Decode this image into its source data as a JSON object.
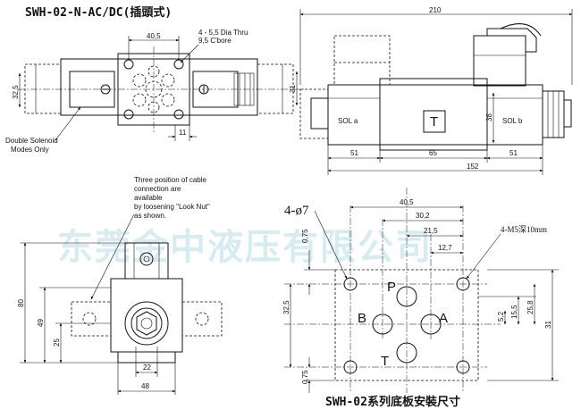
{
  "titles": {
    "main": "SWH-02-N-AC/DC(插頭式)",
    "bottom": "SWH-02系列底板安裝尺寸"
  },
  "watermark": "东莞金中液压有限公司",
  "top_left": {
    "dim_width": "40,5",
    "note_line1": "4 - 5,5 Dia Thru",
    "note_line2": "9,5 C'bore",
    "dim_height_left": "32,5",
    "dim_height_right": "31",
    "dim_bottom": "11",
    "caption_line1": "Double Solenoid",
    "caption_line2": "Modes Only"
  },
  "top_right": {
    "dim_total": "210",
    "dim_overall": "152",
    "dim_left": "51",
    "dim_mid": "65",
    "dim_right": "51",
    "dim_height": "38",
    "label_left": "SOL a",
    "label_center": "T",
    "label_right": "SOL b"
  },
  "bottom_left": {
    "note_line1": "Three position of cable",
    "note_line2": "connection are",
    "note_line3": "available",
    "note_line4": "by loosening \"Look Nut\"",
    "note_line5": "as shown.",
    "dim_80": "80",
    "dim_49": "49",
    "dim_25": "25",
    "dim_22": "22",
    "dim_48": "48"
  },
  "bottom_right": {
    "hole_note": "4-ø7",
    "thread_note": "4-M5深10mm",
    "dim_h1": "40,5",
    "dim_h2": "30,2",
    "dim_h3": "21,5",
    "dim_h4": "12,7",
    "dim_v_075_top": "0,75",
    "dim_v_075_bottom": "0,75",
    "dim_v_325": "32,5",
    "dim_v_52": "5,2",
    "dim_v_155": "15,5",
    "dim_v_258": "25,8",
    "dim_v_31": "31",
    "port_p": "P",
    "port_a": "A",
    "port_b": "B",
    "port_t": "T"
  }
}
